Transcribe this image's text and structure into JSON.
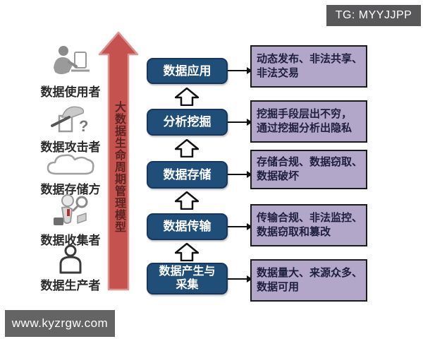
{
  "badges": {
    "top_right": "TG: MYYJJPP",
    "bottom_left": "www.kyzrgw.com"
  },
  "lifecycle_arrow": {
    "label": "大数据生命周期管理模型",
    "fill_color": "#c5524e",
    "edge_color": "#dd9490",
    "text_color": "#5c2323"
  },
  "stakeholders": [
    {
      "icon": "user-at-computer-icon",
      "label": "数据使用者"
    },
    {
      "icon": "attacker-icon",
      "label": "数据攻击者"
    },
    {
      "icon": "cloud-icon",
      "label": "数据存储方"
    },
    {
      "icon": "collector-magnifier-icon",
      "label": "数据收集者"
    },
    {
      "icon": "person-icon",
      "label": "数据生产者"
    }
  ],
  "stages": [
    {
      "label": "数据应用",
      "risk": "动态发布、非法共享、\n非法交易"
    },
    {
      "label": "分析挖掘",
      "risk": "挖掘手段层出不穷，\n通过挖掘分析出隐私"
    },
    {
      "label": "数据存储",
      "risk": "存储合规、数据窃取、\n数据破坏"
    },
    {
      "label": "数据传输",
      "risk": "传输合规、非法监控、\n数据窃取和篡改"
    },
    {
      "label": "数据产生与\n采集",
      "risk": "数据量大、来源众多、\n数据可用"
    }
  ],
  "colors": {
    "stage_box_fill": "#1f4e79",
    "stage_box_border": "#16365c",
    "risk_box_fill": "#b3a7c9",
    "risk_box_border": "#1a1a1a",
    "badge_bg": "#58585a"
  }
}
